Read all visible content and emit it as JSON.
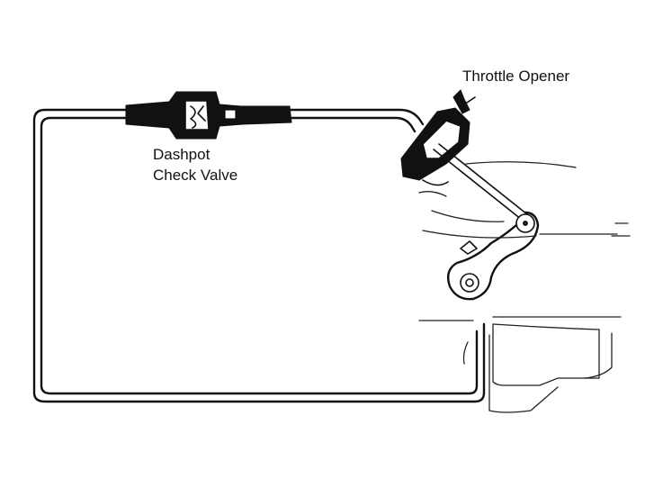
{
  "labels": {
    "throttle_opener": "Throttle Opener",
    "check_valve_line1": "Dashpot",
    "check_valve_line2": "Check Valve"
  }
}
